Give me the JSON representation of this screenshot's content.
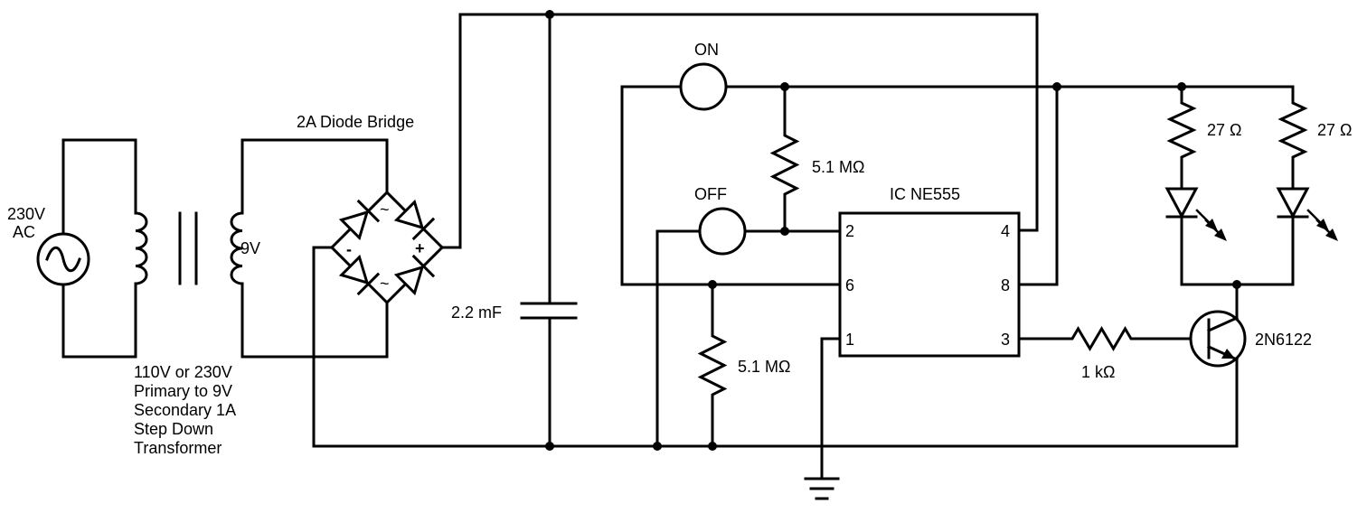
{
  "ac_source": {
    "voltage": "230V",
    "type": "AC"
  },
  "transformer": {
    "secondary_voltage": "9V",
    "description": [
      "110V or 230V",
      "Primary to 9V",
      "Secondary 1A",
      "Step Down",
      "Transformer"
    ]
  },
  "bridge": {
    "label": "2A Diode Bridge",
    "ac_mark": "~",
    "plus": "+",
    "minus": "-"
  },
  "capacitor": {
    "label": "2.2 mF"
  },
  "switches": {
    "on": "ON",
    "off": "OFF"
  },
  "resistors": {
    "r_top": "5.1 MΩ",
    "r_bottom": "5.1 MΩ",
    "r_base": "1 kΩ",
    "r_led1": "27 Ω",
    "r_led2": "27 Ω"
  },
  "ic": {
    "label": "IC NE555",
    "pins": {
      "p2": "2",
      "p6": "6",
      "p1": "1",
      "p4": "4",
      "p8": "8",
      "p3": "3"
    }
  },
  "transistor": {
    "label": "2N6122"
  },
  "colors": {
    "wire": "#000000",
    "background": "#ffffff"
  }
}
